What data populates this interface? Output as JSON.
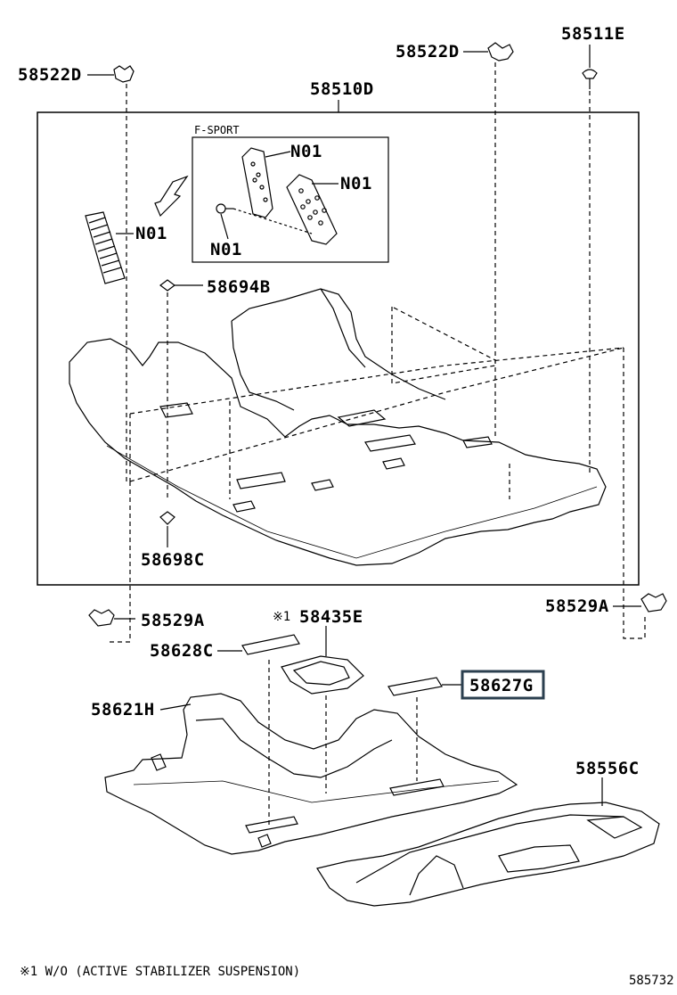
{
  "diagram": {
    "callouts": {
      "c58522d_left": "58522D",
      "c58522d_right": "58522D",
      "c58511e": "58511E",
      "c58510d": "58510D",
      "fsport": "F-SPORT",
      "n01_a": "N01",
      "n01_b": "N01",
      "n01_c": "N01",
      "n01_d": "N01",
      "c58694b": "58694B",
      "c58698c": "58698C",
      "c58529a_left": "58529A",
      "c58529a_right": "58529A",
      "c58435e_mark": "※1",
      "c58435e": "58435E",
      "c58628c": "58628C",
      "c58627g": "58627G",
      "c58621h": "58621H",
      "c58556c": "58556C"
    },
    "footnote": "※1 W/O (ACTIVE  STABILIZER  SUSPENSION)",
    "figure_id": "585732",
    "highlight_color": "#2b3f4f"
  }
}
